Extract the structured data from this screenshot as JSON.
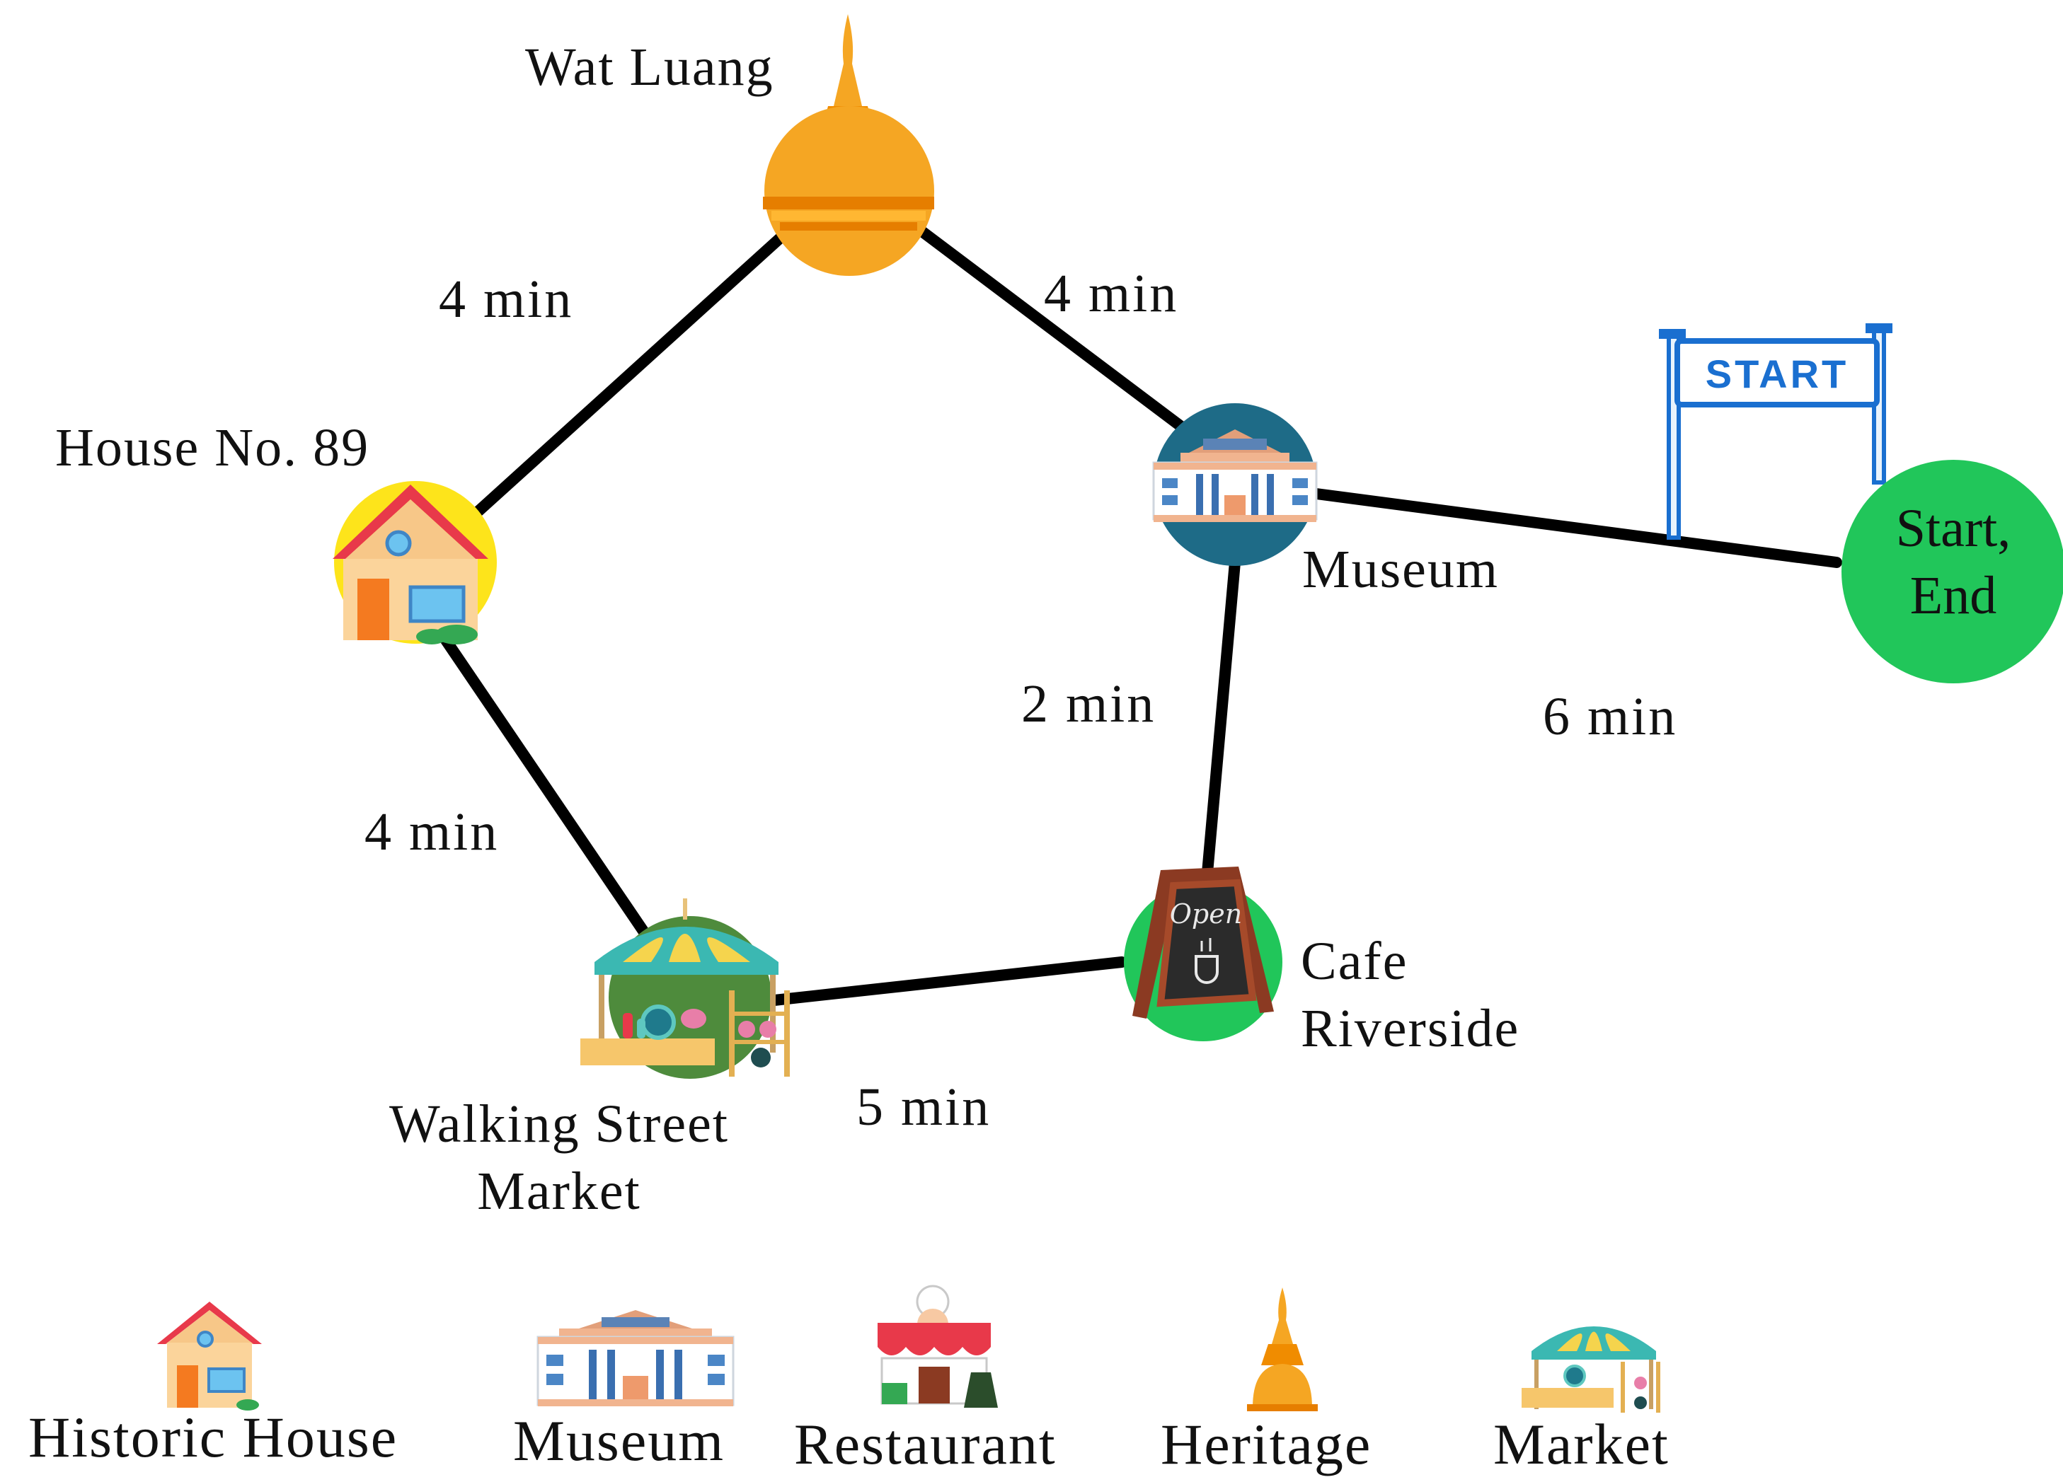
{
  "nodes": {
    "wat_luang": {
      "label": "Wat Luang"
    },
    "house": {
      "label": "House No. 89"
    },
    "museum": {
      "label": "Museum"
    },
    "start": {
      "line1": "Start,",
      "line2": "End",
      "sign_text": "START"
    },
    "cafe": {
      "line1": "Cafe",
      "line2": "Riverside",
      "sign_text": "Open"
    },
    "market": {
      "line1": "Walking Street",
      "line2": "Market"
    }
  },
  "edges": [
    {
      "from": "wat_luang",
      "to": "house",
      "label": "4 min"
    },
    {
      "from": "wat_luang",
      "to": "museum",
      "label": "4 min"
    },
    {
      "from": "museum",
      "to": "start",
      "label": "6 min"
    },
    {
      "from": "museum",
      "to": "cafe",
      "label": "2 min"
    },
    {
      "from": "house",
      "to": "market",
      "label": "4 min"
    },
    {
      "from": "market",
      "to": "cafe",
      "label": "5 min"
    }
  ],
  "legend": [
    {
      "label": "Historic House",
      "icon": "house-icon"
    },
    {
      "label": "Museum",
      "icon": "museum-icon"
    },
    {
      "label": "Restaurant",
      "icon": "restaurant-icon"
    },
    {
      "label": "Heritage",
      "icon": "stupa-icon"
    },
    {
      "label": "Market",
      "icon": "market-stall-icon"
    }
  ],
  "colors": {
    "edge": "#000000",
    "heritage": "#f5a623",
    "house_circle": "#fde41b",
    "museum_circle": "#1e6b87",
    "start_circle": "#21c65a",
    "cafe_circle": "#21c65a",
    "market_circle": "#4e8b3c",
    "roof": "#e8394a"
  }
}
